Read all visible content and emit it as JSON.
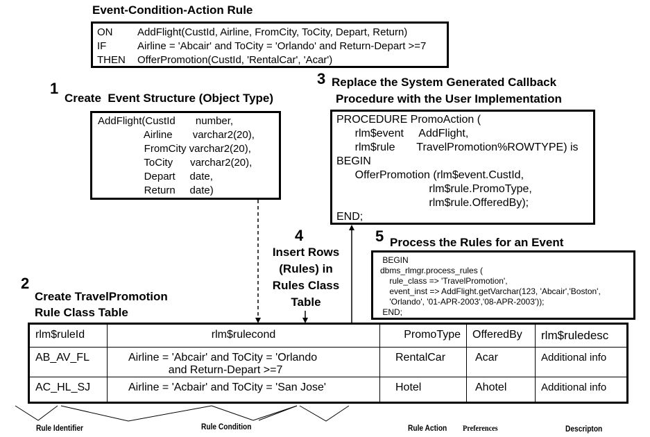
{
  "eca": {
    "title": "Event-Condition-Action Rule",
    "rows": [
      [
        "ON",
        "AddFlight(CustId, Airline, FromCity, ToCity, Depart, Return)"
      ],
      [
        "IF",
        "Airline = 'Abcair' and ToCity = 'Orlando' and Return-Depart >=7"
      ],
      [
        "THEN",
        "OfferPromotion(CustId, 'RentalCar', 'Acar')"
      ]
    ]
  },
  "step1": {
    "num": "1",
    "title": "Create  Event Structure (Object Type)",
    "lines": [
      "AddFlight(CustId       number,",
      "                Airline       varchar2(20),",
      "                FromCity varchar2(20),",
      "                ToCity      varchar2(20),",
      "                Depart     date,",
      "                Return     date)"
    ]
  },
  "step2": {
    "num": "2",
    "title_lines": [
      "Create TravelPromotion",
      "Rule Class Table"
    ]
  },
  "step3": {
    "num": "3",
    "title_lines": [
      "Replace the System Generated Callback",
      "Procedure with the User Implementation"
    ],
    "lines": [
      "PROCEDURE PromoAction (",
      "      rlm$event     AddFlight,",
      "      rlm$rule       TravelPromotion%ROWTYPE) is",
      "BEGIN",
      "      OfferPromotion (rlm$event.CustId,",
      "                              rlm$rule.PromoType,",
      "                              rlm$rule.OfferedBy);",
      "END;"
    ]
  },
  "step4": {
    "num": "4",
    "title_lines": [
      "Insert Rows",
      "(Rules) in",
      "Rules Class",
      "Table"
    ]
  },
  "step5": {
    "num": "5",
    "title": "Process the Rules for an Event",
    "lines": [
      " BEGIN",
      "dbms_rlmgr.process_rules (",
      "    rule_class => 'TravelPromotion',",
      "    event_inst => AddFlight.getVarchar(123, 'Abcair','Boston',",
      "    'Orlando', '01-APR-2003','08-APR-2003'));",
      " END;"
    ]
  },
  "table": {
    "headers": [
      "rlm$ruleId",
      "rlm$rulecond",
      "PromoType",
      "OfferedBy",
      "rlm$ruledesc"
    ],
    "rows": [
      [
        "AB_AV_FL",
        "Airline = 'Abcair' and ToCity = 'Orlando\n             and Return-Depart >=7",
        "RentalCar",
        "Acar",
        "Additional info"
      ],
      [
        "AC_HL_SJ",
        "Airline = 'Acbair' and ToCity = 'San Jose'",
        "Hotel",
        "Ahotel",
        "Additional info"
      ]
    ]
  },
  "brace_labels": [
    "Rule Identifier",
    "Rule Condition",
    "Rule Action",
    "Preferences",
    "Descripton"
  ]
}
